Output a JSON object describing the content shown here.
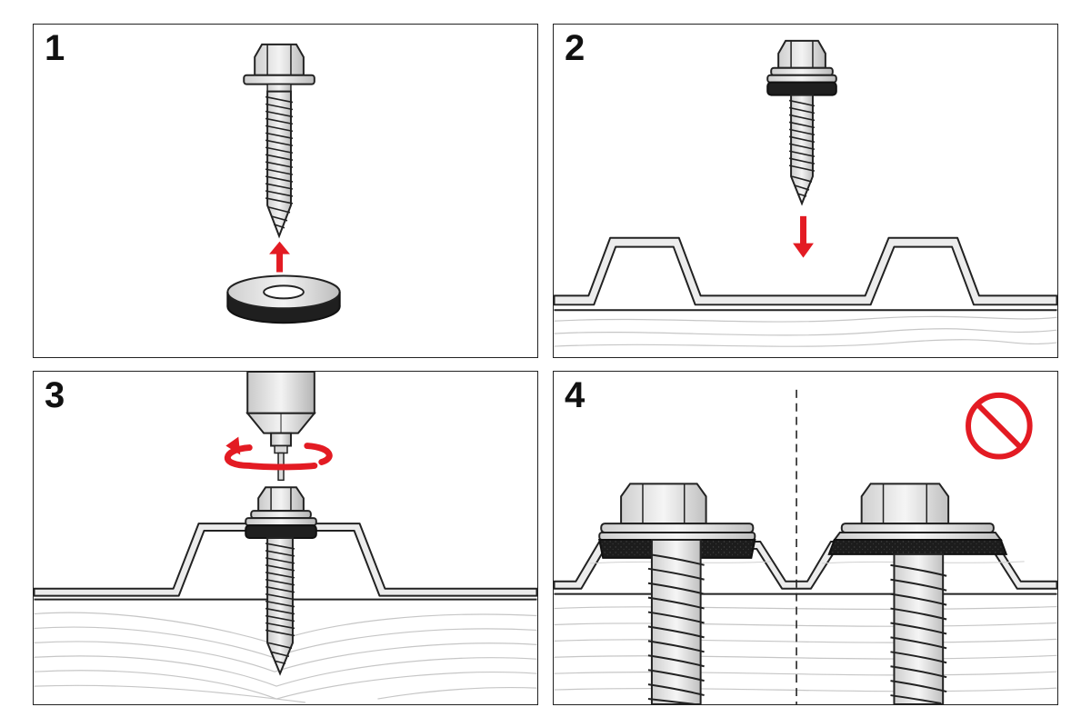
{
  "diagram": {
    "steps": [
      {
        "number": "1"
      },
      {
        "number": "2"
      },
      {
        "number": "3"
      },
      {
        "number": "4"
      }
    ],
    "colors": {
      "outline": "#222222",
      "accent_red": "#e31b23",
      "metal": "#e6e6e6",
      "metal_dark": "#bdbdbd",
      "rubber": "#222222",
      "wood_grain": "#c8c8c8",
      "roof_sheet": "#ececec"
    },
    "icons": {
      "prohibited": "prohibited-icon",
      "arrow_up": "arrow-up-icon",
      "arrow_down": "arrow-down-icon",
      "rotation": "rotation-arrow-icon"
    }
  }
}
